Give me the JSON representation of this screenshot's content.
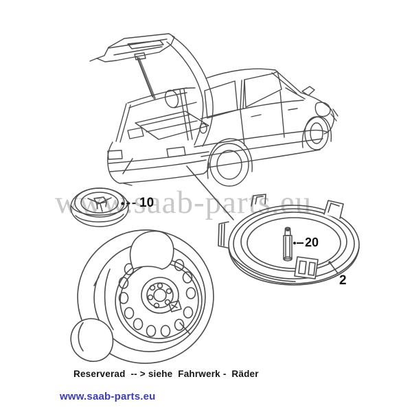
{
  "watermark": {
    "text": "www.saab-parts.eu",
    "color": "#c8c8c8"
  },
  "caption": {
    "text": "Reserverad  -- > siehe  Fahrwerk -  Räder"
  },
  "footer": {
    "link_text": "www.saab-parts.eu",
    "link_color": "#3c3cb4"
  },
  "part_labels": {
    "spare_wheel_retainer": "10",
    "valve_stud": "20",
    "wheel_well_ring": "2"
  },
  "colors": {
    "line_art": "#4a4a4a",
    "label": "#111111"
  }
}
